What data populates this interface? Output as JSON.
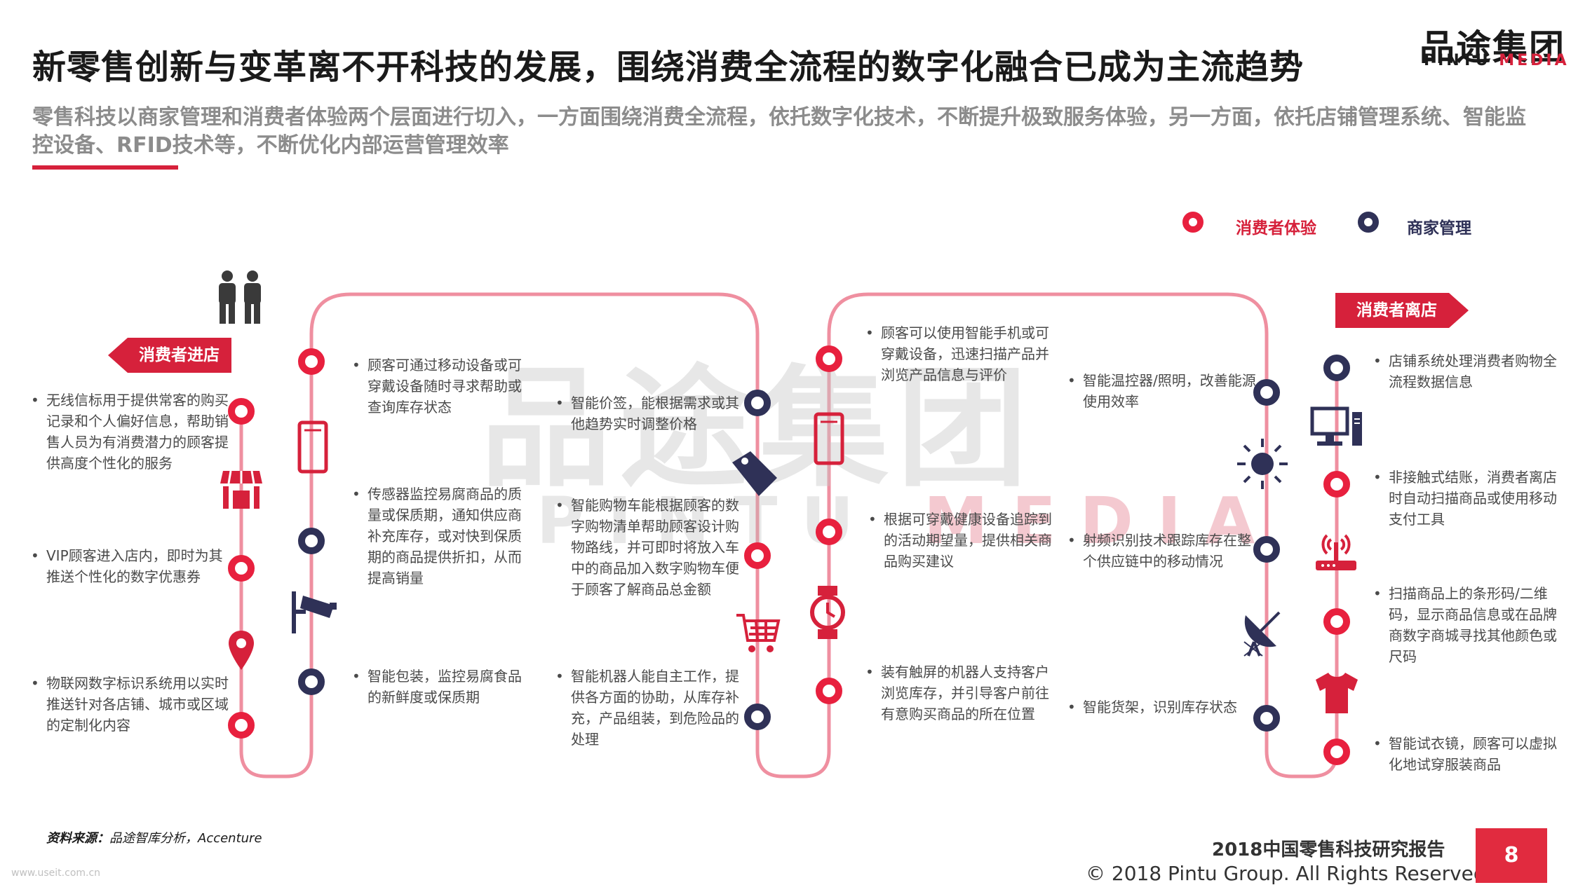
{
  "header": {
    "title": "新零售创新与变革离不开科技的发展，围绕消费全流程的数字化融合已成为主流趋势",
    "subtitle": "零售科技以商家管理和消费者体验两个层面进行切入，一方面围绕消费全流程，依托数字化技术，不断提升极致服务体验，另一方面，依托店铺管理系统、智能监控设备、RFID技术等，不断优化内部运营管理效率",
    "logo_cn": "品途集团",
    "logo_en_a": "PINTU",
    "logo_en_b": " MEDIA"
  },
  "legend": {
    "consumer": "消费者体验",
    "merchant": "商家管理"
  },
  "tags": {
    "enter": "消费者进店",
    "leave": "消费者离店"
  },
  "items": [
    "无线信标用于提供常客的购买记录和个人偏好信息，帮助销售人员为有消费潜力的顾客提供高度个性化的服务",
    "VIP顾客进入店内，即时为其推送个性化的数字优惠券",
    "物联网数字标识系统用以实时推送针对各店铺、城市或区域的定制化内容",
    "顾客可通过移动设备或可穿戴设备随时寻求帮助或查询库存状态",
    "传感器监控易腐商品的质量或保质期，通知供应商补充库存，或对快到保质期的商品提供折扣，从而提高销量",
    "智能包装，监控易腐食品的新鲜度或保质期",
    "智能价签，能根据需求或其他趋势实时调整价格",
    "智能购物车能根据顾客的数字购物清单帮助顾客设计购物路线，并可即时将放入车中的商品加入数字购物车便于顾客了解商品总金额",
    "智能机器人能自主工作，提供各方面的协助，从库存补充，产品组装，到危险品的处理",
    "顾客可以使用智能手机或可穿戴设备，迅速扫描产品并浏览产品信息与评价",
    "根据可穿戴健康设备追踪到的活动期望量，提供相关商品购买建议",
    "装有触屏的机器人支持客户浏览库存，并引导客户前往有意购买商品的所在位置",
    "智能温控器/照明，改善能源使用效率",
    "射频识别技术跟踪库存在整个供应链中的移动情况",
    "智能货架，识别库存状态",
    "店铺系统处理消费者购物全流程数据信息",
    "非接触式结账，消费者离店时自动扫描商品或使用移动支付工具",
    "扫描商品上的条形码/二维码，显示商品信息或在品牌商数字商城寻找其他颜色或尺码",
    "智能试衣镜，顾客可以虚拟化地试穿服装商品"
  ],
  "bullet": "•",
  "watermark": {
    "cn": "品途集团",
    "en_a": "PINTU ",
    "en_b": "MEDIA"
  },
  "footer": {
    "source_label": "资料来源：",
    "source_text": "品途智库分析，Accenture",
    "report": "2018中国零售科技研究报告",
    "copyright": "© 2018 Pintu Group. All Rights Reserved.",
    "page": "8",
    "site": "www.useit.com.cn"
  },
  "colors": {
    "consumer": "#e8203e",
    "merchant": "#2f3157",
    "path": "#ef8fa0",
    "icon_red": "#d6213b",
    "icon_dark": "#2f3157"
  }
}
